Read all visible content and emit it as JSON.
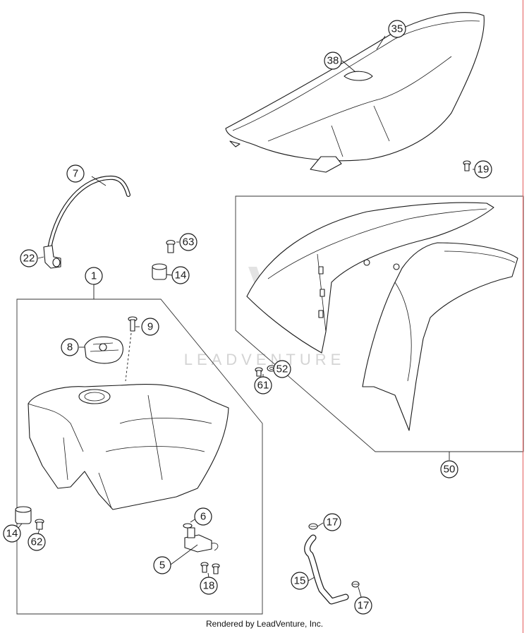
{
  "callouts": {
    "c1": "1",
    "c5": "5",
    "c6": "6",
    "c7": "7",
    "c8": "8",
    "c9": "9",
    "c14a": "14",
    "c14b": "14",
    "c15": "15",
    "c17a": "17",
    "c17b": "17",
    "c18": "18",
    "c19": "19",
    "c22": "22",
    "c35": "35",
    "c38": "38",
    "c50": "50",
    "c52": "52",
    "c61": "61",
    "c62": "62",
    "c63": "63"
  },
  "watermark": {
    "text": "LEADVENTURE"
  },
  "footer": {
    "text": "Rendered by LeadVenture, Inc."
  },
  "colors": {
    "line": "#1a1a1a",
    "callout_fill_gray": "#e6e6e6",
    "watermark": "#d4d4d4",
    "edge_line": "#e35a5a"
  }
}
